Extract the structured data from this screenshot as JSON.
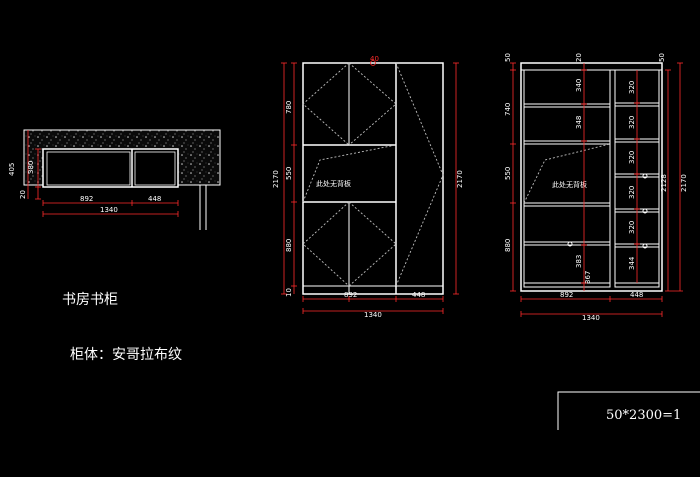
{
  "labels": {
    "title": "书房书柜",
    "material": "柜体：安哥拉布纹",
    "scale": "50*2300=1",
    "no_back_left": "此处无背板",
    "no_back_right": "此处无背板"
  },
  "plan_dims": {
    "depth_405": "405",
    "depth_380": "380",
    "depth_20": "20",
    "w_892": "892",
    "w_448": "448",
    "w_1340": "1340"
  },
  "front_dims": {
    "top_gap": "40",
    "h_780": "780",
    "h_550": "550",
    "h_880": "880",
    "base_10": "10",
    "total_2170_left": "2170",
    "total_2170_right": "2170",
    "w_892": "892",
    "w_448": "448",
    "w_1340": "1340"
  },
  "interior_dims": {
    "top_50": "50",
    "top_20": "20",
    "top_50b": "50",
    "h_740": "740",
    "h_550": "550",
    "h_880": "880",
    "s_340": "340",
    "s_348": "348",
    "s_383": "383",
    "s_367": "367",
    "r_320a": "320",
    "r_320b": "320",
    "r_320c": "320",
    "r_320d": "320",
    "r_320e": "320",
    "r_344": "344",
    "h_2128": "2128",
    "h_2170": "2170",
    "w_892": "892",
    "w_448": "448",
    "w_1340": "1340"
  },
  "colors": {
    "background": "#000000",
    "lines": "#ffffff",
    "dimensions": "#ff2b2b",
    "dotted": "#bfbfbf"
  }
}
